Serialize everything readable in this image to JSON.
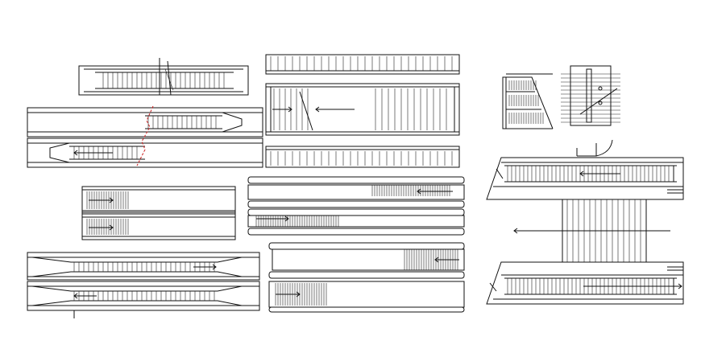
{
  "drawing": {
    "background": "#ffffff",
    "line_color": "#111111",
    "accent_color": "#cc2222",
    "views": [
      "escalator-plan-top-left",
      "escalator-plan-double-left",
      "escalator-plan-parallel-small",
      "escalator-plan-double-long-bottom",
      "stair-runs-center-top",
      "escalator-landings-center",
      "escalator-section-center-bottom",
      "escalator-detail-small-right",
      "escalator-crisscross-right"
    ]
  }
}
